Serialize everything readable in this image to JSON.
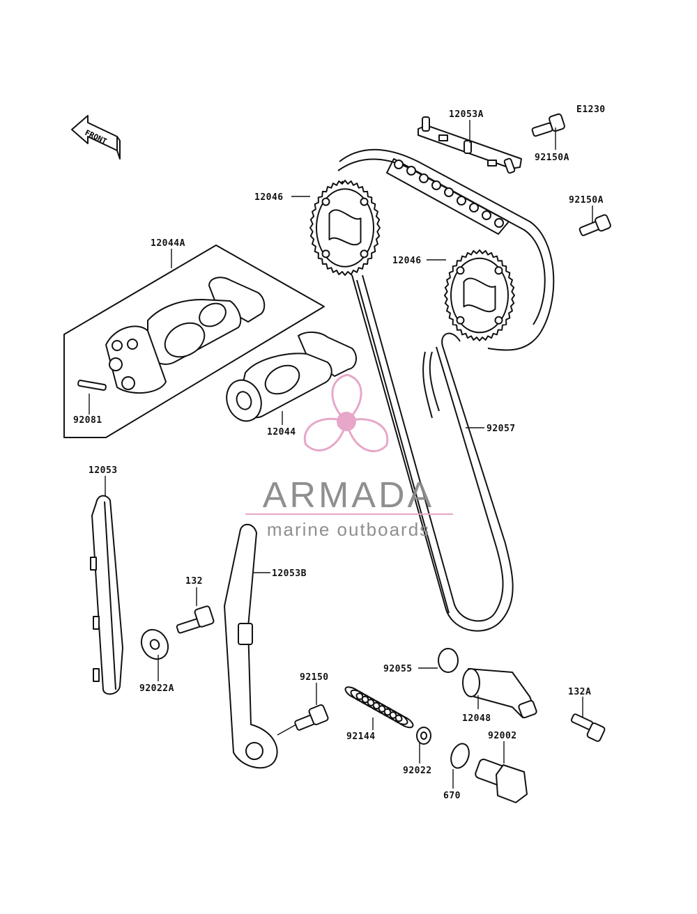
{
  "diagram": {
    "code": "E1230",
    "front_label": "FRONT",
    "parts": {
      "p12053A": "12053A",
      "p92150A_top": "92150A",
      "p92150A_mid": "92150A",
      "p12046_left": "12046",
      "p12046_right": "12046",
      "p12044A": "12044A",
      "p92081": "92081",
      "p12044": "12044",
      "p92057": "92057",
      "p12053": "12053",
      "p12053B": "12053B",
      "p132": "132",
      "p92022A": "92022A",
      "p92150": "92150",
      "p92055": "92055",
      "p92144": "92144",
      "p12048": "12048",
      "p132A": "132A",
      "p92002": "92002",
      "p92022": "92022",
      "p670": "670"
    }
  },
  "watermark": {
    "brand": "ARMADA",
    "tagline": "marine outboards",
    "accent_color": "#e6a3c6",
    "text_color": "#8a8a8a"
  }
}
